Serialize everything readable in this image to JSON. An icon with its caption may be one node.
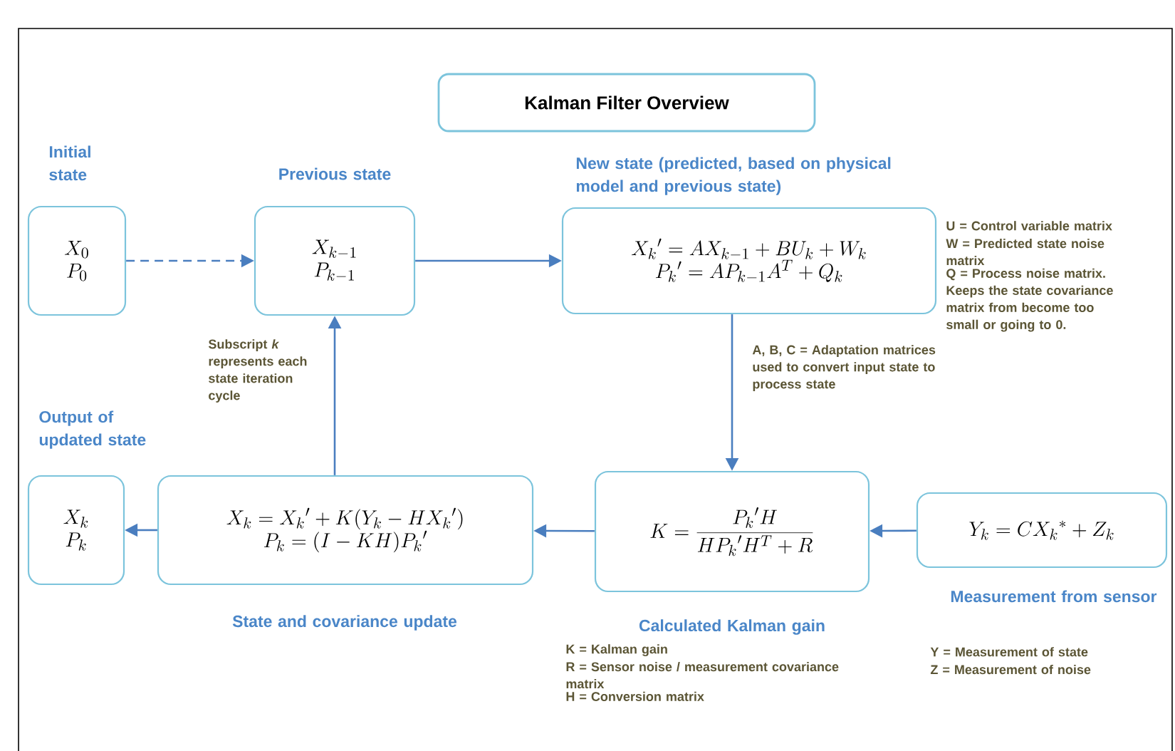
{
  "diagram": {
    "nodes": [
      {
        "text": [
          "Kalman Filter Overview"
        ]
      },
      {
        "text": [
          "Initial state",
          "X_0",
          "P_0"
        ]
      },
      {
        "text": [
          "Previous state",
          "X_{k-1}",
          "P_{k-1}"
        ]
      },
      {
        "text": [
          "New state (predicted, based on physical model and previous state)",
          "{X_k}' = AX_{k-1} + BU_k + W_k",
          "{P_k}' = AP_{k-1}A^T + Q_k"
        ],
        "beside": [
          "U = Control variable matrix",
          "W = Predicted state noise matrix",
          "Q = Process noise matrix. Keeps the state covariance matrix from become too small or going to 0."
        ]
      },
      {
        "text": [
          "Output of updated state",
          "X_k",
          "P_k"
        ]
      },
      {
        "text": [
          "X_k = {X_k}' + K(Y_k - H{X_k}')",
          "P_k = (I - KH){P_k}'",
          "State and covariance update"
        ]
      },
      {
        "text": [
          "K = \\frac{{P_k}'H}{H{P_k}'H^T + R}",
          "Calculated Kalman gain"
        ],
        "beside": [
          "K = Kalman gain",
          "R = Sensor noise / measurement covariance matrix",
          "H = Conversion matrix"
        ]
      },
      {
        "text": [
          "Y_k = C{X_k}^* + Z_k",
          "Measurement from sensor"
        ],
        "beside": [
          "Y = Measurement of state",
          "Z = Measurement of noise"
        ]
      }
    ],
    "edges": [
      {
        "from": 1,
        "to": 2,
        "arrow": "to",
        "style": "dashed"
      },
      {
        "from": 2,
        "to": 3,
        "arrow": "to"
      },
      {
        "from": 3,
        "to": 6,
        "arrow": "to"
      },
      {
        "from": 7,
        "to": 6,
        "arrow": "to"
      },
      {
        "from": 6,
        "to": 5,
        "arrow": "to"
      },
      {
        "from": 5,
        "to": 4,
        "arrow": "to"
      },
      {
        "from": 5,
        "to": 2,
        "arrow": "to"
      }
    ],
    "labels": [
      "Subscript *k* represents each state iteration cycle",
      "A, B, C = Adaptation matrices used to convert input state to process state"
    ]
  }
}
